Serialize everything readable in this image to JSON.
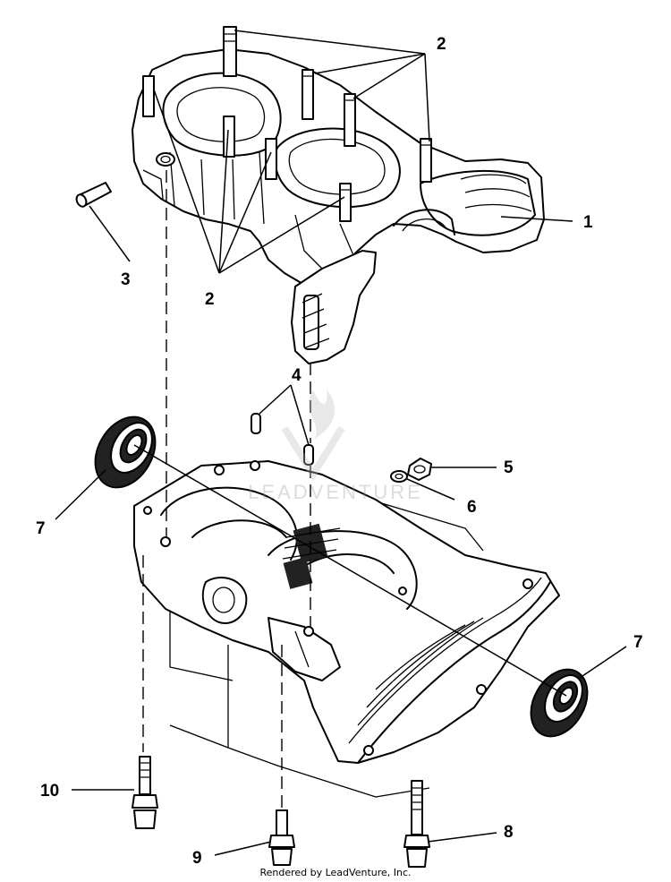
{
  "callouts": {
    "c1": "1",
    "c2a": "2",
    "c2b": "2",
    "c3": "3",
    "c4": "4",
    "c5": "5",
    "c6": "6",
    "c7a": "7",
    "c7b": "7",
    "c8": "8",
    "c9": "9",
    "c10": "10"
  },
  "watermark": "LEADVENTURE",
  "footer": "Rendered by LeadVenture, Inc."
}
